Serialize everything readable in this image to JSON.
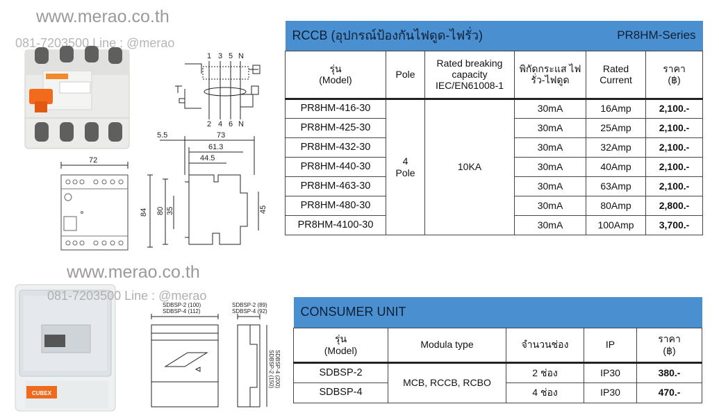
{
  "watermarks": {
    "url_top": "www.merao.co.th",
    "line_top": "081-7203500 Line : @merao",
    "url_bottom": "www.merao.co.th",
    "line_bottom": "081-7203500 Line : @merao"
  },
  "rccb_diagrams": {
    "terminals_top": [
      "1",
      "3",
      "5",
      "N"
    ],
    "terminals_bottom": [
      "2",
      "4",
      "6",
      "N"
    ],
    "front_width": "72",
    "side_dims": [
      "5.5",
      "73",
      "61.3",
      "44.5",
      "84",
      "80",
      "35",
      "45"
    ]
  },
  "rccb_table": {
    "title": "RCCB (อุปกรณ์ป้องกันไฟดูด-ไฟรั่ว)",
    "series": "PR8HM-Series",
    "headers": {
      "model": "รุ่น\n(Model)",
      "pole": "Pole",
      "breaking": "Rated breaking capacity IEC/EN61008-1",
      "sensitivity": "พิกัดกระแส ไฟรั่ว-ไฟดูด",
      "current": "Rated Current",
      "price": "ราคา\n(฿)"
    },
    "pole_value": "4\nPole",
    "breaking_value": "10KA",
    "rows": [
      {
        "model": "PR8HM-416-30",
        "sens": "30mA",
        "current": "16Amp",
        "price": "2,100.-"
      },
      {
        "model": "PR8HM-425-30",
        "sens": "30mA",
        "current": "25Amp",
        "price": "2,100.-"
      },
      {
        "model": "PR8HM-432-30",
        "sens": "30mA",
        "current": "32Amp",
        "price": "2,100.-"
      },
      {
        "model": "PR8HM-440-30",
        "sens": "30mA",
        "current": "40Amp",
        "price": "2,100.-"
      },
      {
        "model": "PR8HM-463-30",
        "sens": "30mA",
        "current": "63Amp",
        "price": "2,100.-"
      },
      {
        "model": "PR8HM-480-30",
        "sens": "30mA",
        "current": "80Amp",
        "price": "2,800.-"
      },
      {
        "model": "PR8HM-4100-30",
        "sens": "30mA",
        "current": "100Amp",
        "price": "3,700.-"
      }
    ]
  },
  "cu_diagrams": {
    "front_labels": [
      "SDBSP-2 (100)",
      "SDBSP-4 (112)"
    ],
    "side_labels": [
      "SDBSP-2 (89)",
      "SDBSP-4 (92)"
    ],
    "height_labels": [
      "SDBSP-2 (150)",
      "SDBSP-4 (200)"
    ]
  },
  "cu_table": {
    "title": "CONSUMER UNIT",
    "headers": {
      "model": "รุ่น\n(Model)",
      "modula": "Modula type",
      "channels": "จำนวนช่อง",
      "ip": "IP",
      "price": "ราคา\n(฿)"
    },
    "modula_value": "MCB, RCCB, RCBO",
    "rows": [
      {
        "model": "SDBSP-2",
        "channels": "2 ช่อง",
        "ip": "IP30",
        "price": "380.-"
      },
      {
        "model": "SDBSP-4",
        "channels": "4 ช่อง",
        "ip": "IP30",
        "price": "470.-"
      }
    ]
  },
  "brand": {
    "logo_text": "CUBEX"
  },
  "colors": {
    "bar": "#4a90d0",
    "accent": "#f07a22"
  }
}
